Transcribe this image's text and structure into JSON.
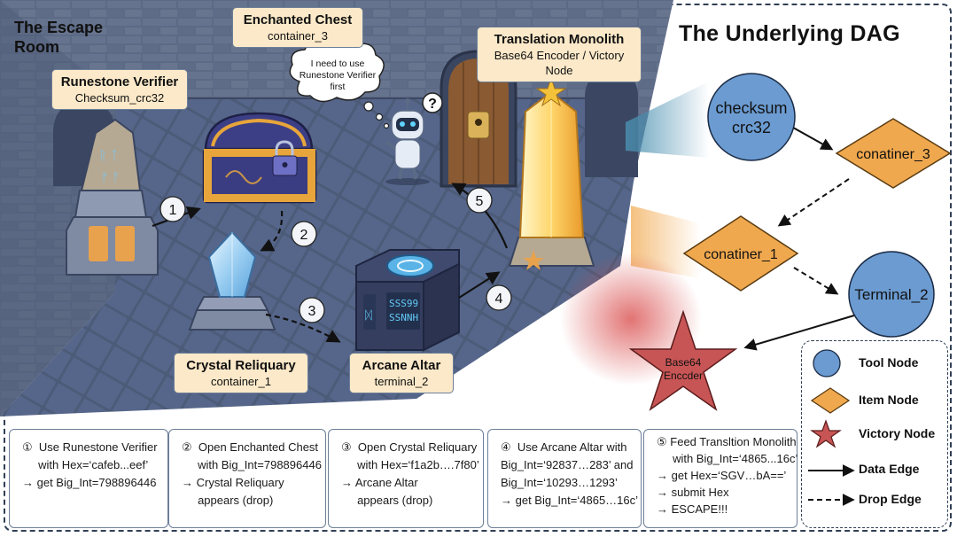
{
  "scene": {
    "title": "The Escape Room",
    "thought_bubble": "I need to use Runestone Verifier first",
    "robot_question": "?",
    "labels": {
      "runestone": {
        "title": "Runestone Verifier",
        "sub": "Checksum_crc32"
      },
      "chest": {
        "title": "Enchanted Chest",
        "sub": "container_3"
      },
      "monolith": {
        "title": "Translation Monolith",
        "sub": "Base64 Encoder / Victory Node"
      },
      "crystal": {
        "title": "Crystal Reliquary",
        "sub": "container_1"
      },
      "altar": {
        "title": "Arcane Altar",
        "sub": "terminal_2"
      }
    },
    "altar_glyphs": [
      "SSS99",
      "SSNNH"
    ],
    "step_markers": [
      "1",
      "2",
      "3",
      "4",
      "5"
    ]
  },
  "dag": {
    "title": "The Underlying DAG",
    "nodes": {
      "checksum": [
        "checksum",
        "crc32"
      ],
      "container_3": "conatiner_3",
      "container_1": "conatiner_1",
      "terminal_2": "Terminal_2",
      "base64": [
        "Base64",
        "Enccder"
      ]
    }
  },
  "legend": {
    "tool": "Tool Node",
    "item": "Item Node",
    "victory": "Victory Node",
    "data_edge": "Data Edge",
    "drop_edge": "Drop Edge"
  },
  "steps": [
    {
      "num": "①",
      "lines": [
        "Use Runestone Verifier",
        "with Hex=‘cafeb...eef’",
        "→  get Big_Int=798896446"
      ]
    },
    {
      "num": "②",
      "lines": [
        "Open Enchanted Chest",
        "with Big_Int=798896446",
        "→  Crystal Reliquary",
        "appears (drop)"
      ]
    },
    {
      "num": "③",
      "lines": [
        "Open Crystal Reliquary",
        "with Hex=‘f1a2b….7f80’",
        "→ Arcane Altar",
        "appears (drop)"
      ]
    },
    {
      "num": "④",
      "lines": [
        "Use Arcane Altar with",
        "Big_Int=‘92837…283’ and",
        "Big_Int=‘10293…1293’",
        "→ get Big_Int=‘4865…16c’"
      ]
    },
    {
      "num": "⑤",
      "lines": [
        "Feed Transltion Monolith",
        "with Big_Int=‘4865...16c’",
        "→ get Hex=‘SGV…bA==’",
        "→ submit Hex",
        "→ ESCAPE!!!"
      ]
    }
  ],
  "colors": {
    "tool_node": "#6b9bd1",
    "item_node": "#f0a84e",
    "victory_node": "#c85555",
    "label_bg": "#fbe9c9",
    "room_floor": "#4a5a78"
  }
}
